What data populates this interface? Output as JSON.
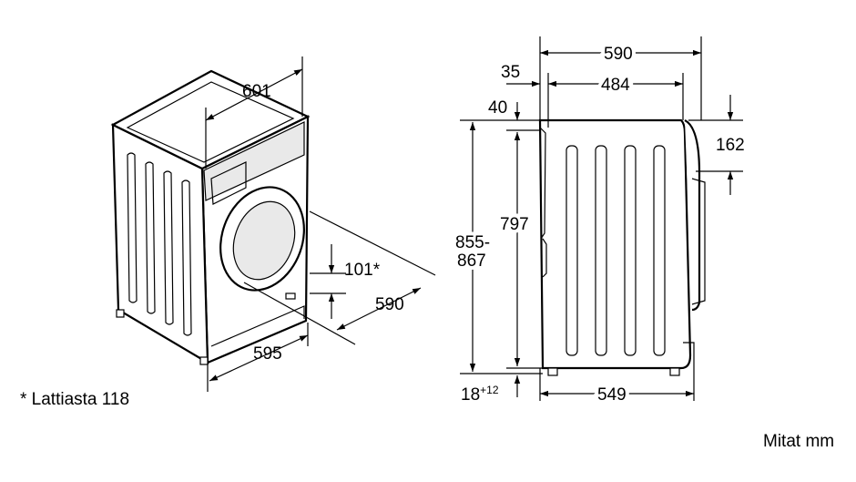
{
  "perspective": {
    "depth_label": "601",
    "plinth_label": "101*",
    "depth2_label": "590",
    "width_label": "595"
  },
  "side": {
    "top_width_label": "590",
    "offset_label": "35",
    "inner_width_label": "484",
    "top_offset_label": "40",
    "door_label": "162",
    "body_height_label": "797",
    "total_height_label_1": "855-",
    "total_height_label_2": "867",
    "foot_label": "18",
    "foot_sup_label": "+12",
    "base_width_label": "549"
  },
  "notes": {
    "footnote": "* Lattiasta 118",
    "units": "Mitat mm"
  },
  "colors": {
    "line": "#000000",
    "background": "#ffffff",
    "shade": "#e9e9e9"
  }
}
